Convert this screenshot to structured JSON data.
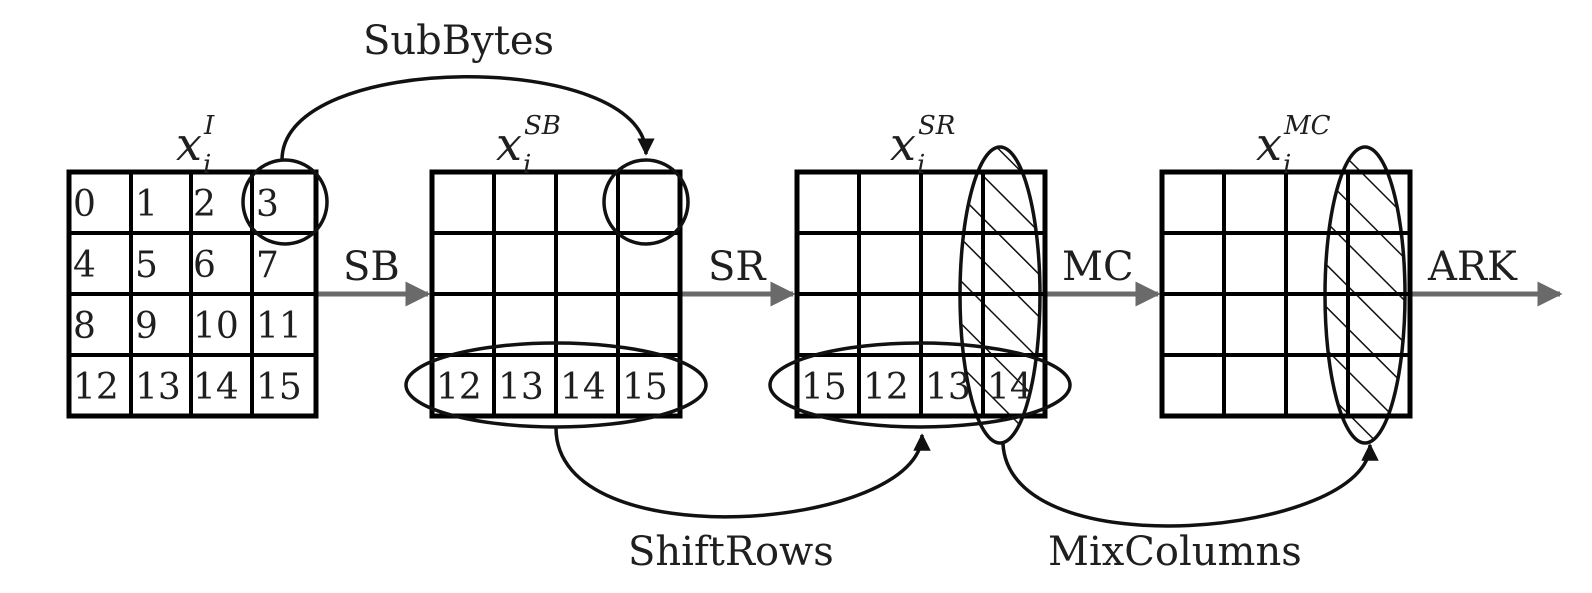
{
  "labels": {
    "subbytes": "SubBytes",
    "shiftrows": "ShiftRows",
    "mixcolumns": "MixColumns",
    "sb": "SB",
    "sr": "SR",
    "mc": "MC",
    "ark": "ARK"
  },
  "states": [
    {
      "base": "x",
      "sub": "i",
      "sup": "I"
    },
    {
      "base": "x",
      "sub": "i",
      "sup": "SB"
    },
    {
      "base": "x",
      "sub": "i",
      "sup": "SR"
    },
    {
      "base": "x",
      "sub": "i",
      "sup": "MC"
    }
  ],
  "grid1": [
    [
      "0",
      "1",
      "2",
      "3"
    ],
    [
      "4",
      "5",
      "6",
      "7"
    ],
    [
      "8",
      "9",
      "10",
      "11"
    ],
    [
      "12",
      "13",
      "14",
      "15"
    ]
  ],
  "grid2_last_row": [
    "12",
    "13",
    "14",
    "15"
  ],
  "grid3_last_row": [
    "15",
    "12",
    "13",
    "14"
  ]
}
